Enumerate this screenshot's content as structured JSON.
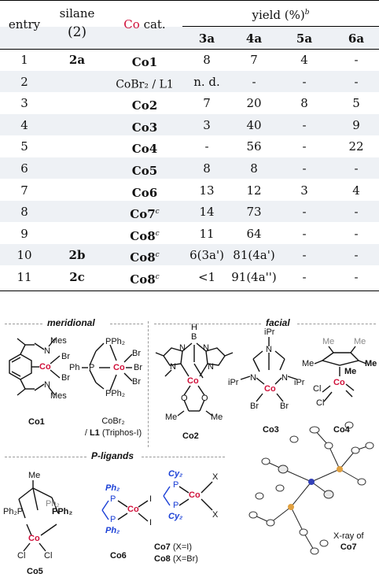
{
  "table": {
    "headers": {
      "entry": "entry",
      "silane": "silane",
      "silane_num": "(2)",
      "cat_co": "Co",
      "cat_rest": " cat.",
      "yield": "yield (%)",
      "yield_sup": "b",
      "cols": [
        "3a",
        "4a",
        "5a",
        "6a"
      ]
    },
    "rows": [
      {
        "entry": "1",
        "silane": "2a",
        "cat": "Co1",
        "cat_sup": "",
        "v": [
          "8",
          "7",
          "4",
          "-"
        ]
      },
      {
        "entry": "2",
        "silane": "",
        "cat": "CoBr₂ / L1",
        "cat_sup": "",
        "v": [
          "n. d.",
          "-",
          "-",
          "-"
        ]
      },
      {
        "entry": "3",
        "silane": "",
        "cat": "Co2",
        "cat_sup": "",
        "v": [
          "7",
          "20",
          "8",
          "5"
        ]
      },
      {
        "entry": "4",
        "silane": "",
        "cat": "Co3",
        "cat_sup": "",
        "v": [
          "3",
          "40",
          "-",
          "9"
        ]
      },
      {
        "entry": "5",
        "silane": "",
        "cat": "Co4",
        "cat_sup": "",
        "v": [
          "-",
          "56",
          "-",
          "22"
        ]
      },
      {
        "entry": "6",
        "silane": "",
        "cat": "Co5",
        "cat_sup": "",
        "v": [
          "8",
          "8",
          "-",
          "-"
        ]
      },
      {
        "entry": "7",
        "silane": "",
        "cat": "Co6",
        "cat_sup": "",
        "v": [
          "13",
          "12",
          "3",
          "4"
        ]
      },
      {
        "entry": "8",
        "silane": "",
        "cat": "Co7",
        "cat_sup": "c",
        "v": [
          "14",
          "73",
          "-",
          "-"
        ]
      },
      {
        "entry": "9",
        "silane": "",
        "cat": "Co8",
        "cat_sup": "c",
        "v": [
          "11",
          "64",
          "-",
          "-"
        ]
      },
      {
        "entry": "10",
        "silane": "2b",
        "cat": "Co8",
        "cat_sup": "c",
        "v": [
          "6(3a')",
          "81(4a')",
          "-",
          "-"
        ]
      },
      {
        "entry": "11",
        "silane": "2c",
        "cat": "Co8",
        "cat_sup": "c",
        "v": [
          "<1",
          "91(4a'')",
          "-",
          "-"
        ]
      }
    ]
  },
  "sections": {
    "meridional": "meridional",
    "facial": "facial",
    "p_ligands": "P-ligands"
  },
  "structures": {
    "co1": {
      "label": "Co1",
      "atoms": [
        "Mes",
        "N",
        "Br",
        "Br",
        "Mes",
        "N",
        "Co"
      ]
    },
    "l1": {
      "label_line1": "CoBr₂",
      "label_line2_bold": "L1",
      "label_line2": " (Triphos-I)",
      "prefix": "/",
      "atoms": [
        "PPh₂",
        "Ph",
        "P",
        "PPh₂",
        "Br",
        "Br",
        "Br",
        "Co"
      ]
    },
    "co2": {
      "label": "Co2",
      "atoms": [
        "B",
        "H",
        "N",
        "N",
        "N",
        "N",
        "Co",
        "O",
        "O",
        "Me",
        "Me"
      ]
    },
    "co3": {
      "label": "Co3",
      "atoms": [
        "iPr",
        "N",
        "iPr",
        "N",
        "N",
        "iPr",
        "Co",
        "Br",
        "Br"
      ]
    },
    "co4": {
      "label": "Co4",
      "atoms": [
        "Me",
        "Me",
        "Me",
        "Me",
        "Me",
        "Co",
        "Cl",
        "Cl"
      ]
    },
    "co5": {
      "label": "Co5",
      "atoms": [
        "Me",
        "Ph₂P",
        "PPh₂",
        "Ph₂",
        "Co",
        "Cl",
        "Cl"
      ]
    },
    "co6": {
      "label": "Co6",
      "atoms": [
        "Ph₂",
        "P",
        "P",
        "Ph₂",
        "Co",
        "I",
        "I"
      ]
    },
    "co78": {
      "label7": "Co7",
      "label7_x": " (X=I)",
      "label8": "Co8",
      "label8_x": " (X=Br)",
      "atoms": [
        "Cy₂",
        "P",
        "P",
        "Cy₂",
        "Co",
        "X",
        "X"
      ]
    },
    "xray": {
      "text": "X-ray of",
      "label": "Co7"
    }
  },
  "colors": {
    "cobalt": "#d0103a",
    "phosphine": "#1a3fd6",
    "header_bg": "#eef1f5"
  }
}
